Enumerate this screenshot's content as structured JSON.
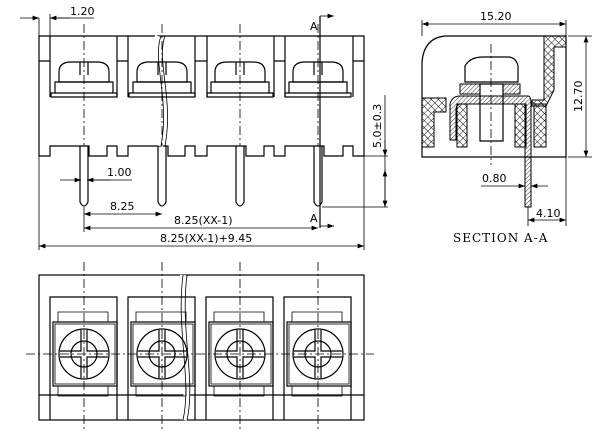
{
  "front_view": {
    "dim_pitch_offset": "1.20",
    "dim_pin_width": "1.00",
    "dim_pitch": "8.25",
    "dim_span": "8.25(XX-1)",
    "dim_total": "8.25(XX-1)+9.45",
    "dim_pin_length": "5.0±0.3",
    "section_mark_top": "A",
    "section_mark_bottom": "A",
    "poles": 4
  },
  "section_view": {
    "dim_width": "15.20",
    "dim_height": "12.70",
    "dim_pin_thickness": "0.80",
    "dim_pin_offset": "4.10",
    "caption": "SECTION A-A"
  },
  "top_view": {
    "poles": 4
  }
}
